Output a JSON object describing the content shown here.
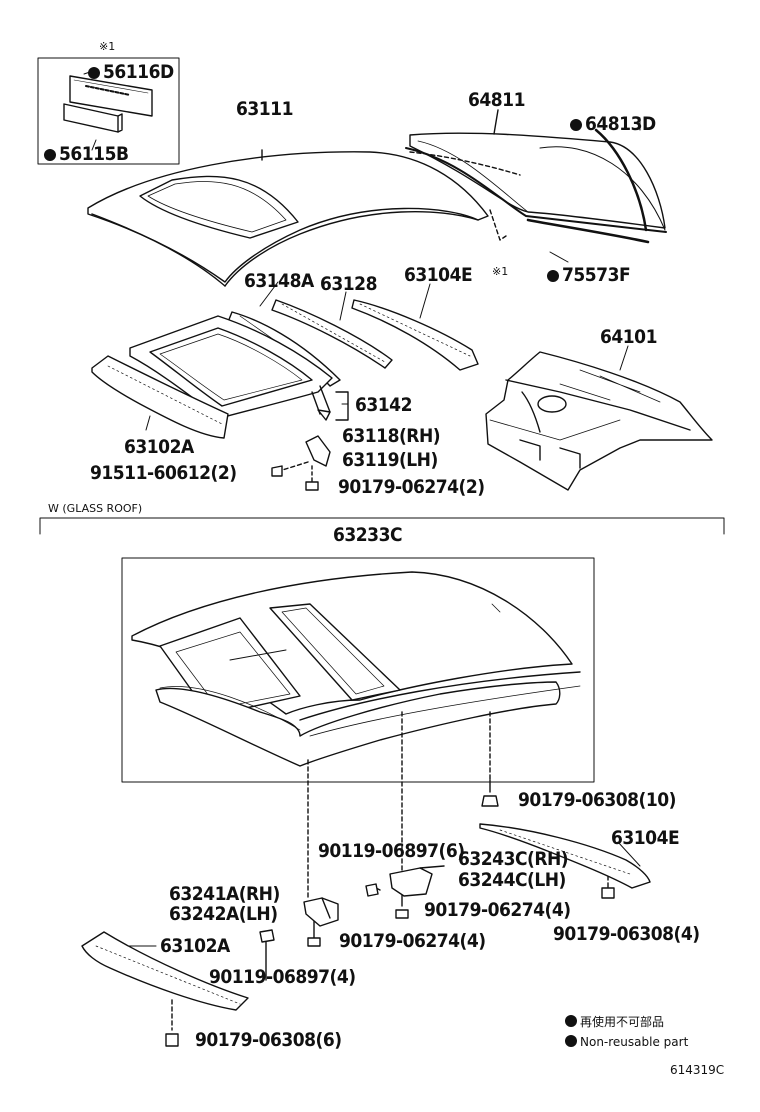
{
  "top_marks": {
    "ref_mark_top": "※1",
    "ref_mark_bottom": "※1"
  },
  "parts": {
    "p56116D": "56116D",
    "p56115B": "56115B",
    "p63111": "63111",
    "p64811": "64811",
    "p64813D": "64813D",
    "p75573F": "75573F",
    "p63148A": "63148A",
    "p63128": "63128",
    "p63104E_top": "63104E",
    "p64101": "64101",
    "p63142": "63142",
    "p63102A_top": "63102A",
    "p63118": "63118(RH)",
    "p63119": "63119(LH)",
    "p91511": "91511-60612(2)",
    "p90179_2": "90179-06274(2)",
    "section_label": "W (GLASS ROOF)",
    "p63233C": "63233C",
    "p90179_10": "90179-06308(10)",
    "p63104E_bot": "63104E",
    "p90119_6": "90119-06897(6)",
    "p63243C": "63243C(RH)",
    "p63244C": "63244C(LH)",
    "p63241A": "63241A(RH)",
    "p63242A": "63242A(LH)",
    "p90179_4a": "90179-06274(4)",
    "p90179_4b": "90179-06274(4)",
    "p90179_4c": "90179-06308(4)",
    "p63102A_bot": "63102A",
    "p90119_4": "90119-06897(4)",
    "p90179_6": "90179-06308(6)"
  },
  "legend": {
    "japanese": "再使用不可部品",
    "english": "Non-reusable part"
  },
  "figure_code": "614319C",
  "colors": {
    "ink": "#111111",
    "paper": "#ffffff"
  },
  "icons": {
    "non_reusable_marker": "filled-circle"
  }
}
